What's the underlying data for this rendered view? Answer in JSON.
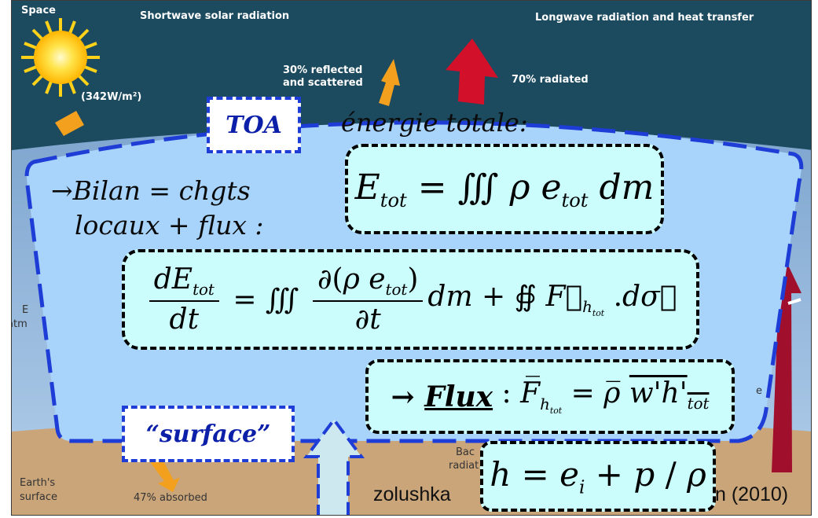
{
  "labels": {
    "space": "Space",
    "shortwave": "Shortwave solar radiation",
    "longwave": "Longwave radiation and heat transfer",
    "solar_flux": "(342W/m²)",
    "reflected_line1": "30% reflected",
    "reflected_line2": "and scattered",
    "radiated": "70% radiated",
    "earth_surface_line1": "Earth's",
    "earth_surface_line2": "surface",
    "absorbed": "47% absorbed",
    "back_radiation_frag1": "Bac",
    "back_radiation_frag2": "radiat",
    "atm_frag1": "E",
    "atm_frag2": "atm",
    "right_frag": "e"
  },
  "overlay": {
    "toa_tag": "TOA",
    "surface_tag": "“surface”",
    "energie_totale": "énergie totale:",
    "bilan_line1": "→Bilan = chgts",
    "bilan_line2": "locaux + flux :",
    "credit_left": "zolushka",
    "credit_right": "n (2010)"
  },
  "equations": {
    "etot": "E_tot = ∭ ρ e_tot dm",
    "balance": "dE_tot/dt = ∭ ∂(ρ e_tot)/∂t dm + ∯ F_h_tot . dσ",
    "flux": "→ Flux : F_h_tot = ρ w'h'_tot",
    "enthalpy": "h = e_i + p / ρ"
  },
  "colors": {
    "space": "#1c4a5e",
    "atmosphere": "#8fb7de",
    "ground": "#caa57a",
    "toa_fill": "#a8d4fc",
    "toa_border": "#1e3cd6",
    "eq_fill": "#ccfdfd",
    "sun": "#ffcc00",
    "orange_arrow": "#f2a01e",
    "red_arrow": "#d3102a",
    "dark_red_arrow": "#a00f2b",
    "up_arrow_fill": "#cde8ef"
  }
}
